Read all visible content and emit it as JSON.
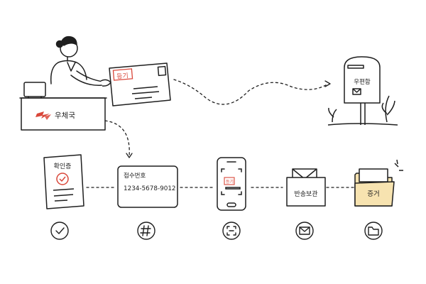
{
  "counter": {
    "label": "우체국"
  },
  "envelope": {
    "stamp": "등기"
  },
  "mailbox": {
    "label": "우편함"
  },
  "steps": [
    {
      "label": "확인증",
      "icon": "check-icon"
    },
    {
      "label": "접수번호",
      "value": "1234-5678-9012",
      "icon": "hash-icon"
    },
    {
      "label": "등기",
      "icon": "scan-icon"
    },
    {
      "label": "반송보관",
      "icon": "mail-icon"
    },
    {
      "label": "증거",
      "icon": "folder-icon"
    }
  ],
  "colors": {
    "accent": "#d9473a",
    "folder": "#f7e3b0",
    "ink": "#1f1f1f"
  }
}
